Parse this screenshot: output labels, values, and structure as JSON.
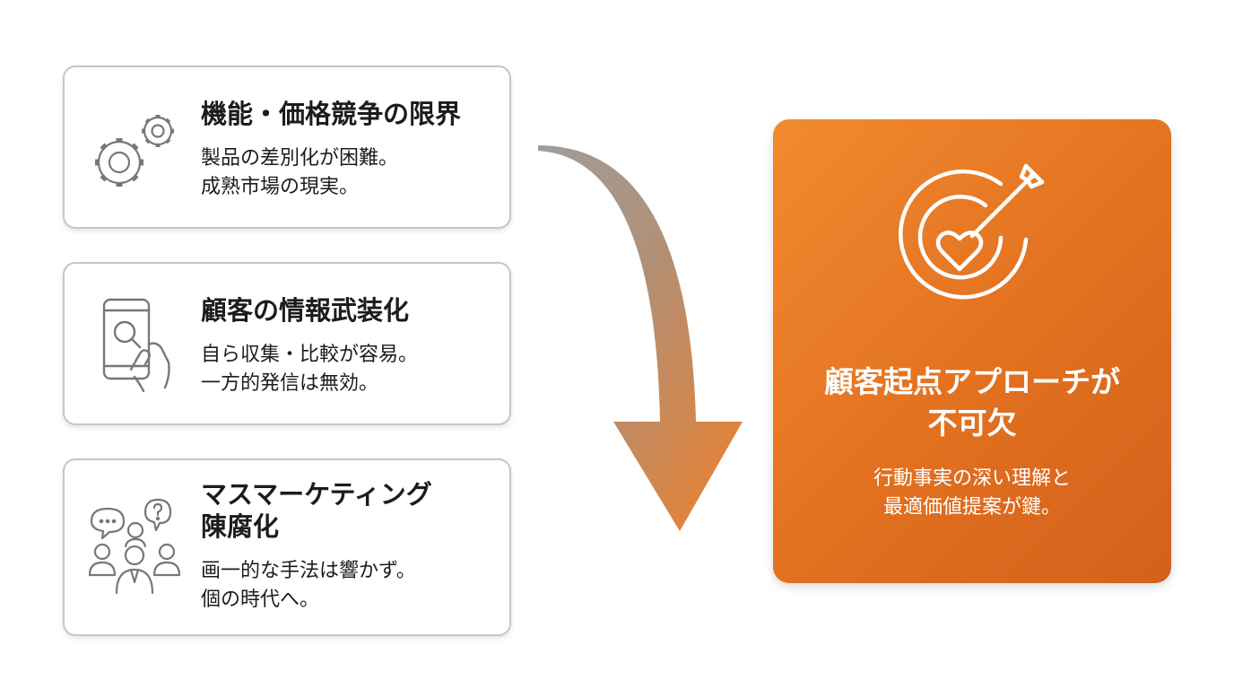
{
  "cards": [
    {
      "title": "機能・価格競争の限界",
      "body": "製品の差別化が困難。\n成熟市場の現実。",
      "icon": "gears-icon"
    },
    {
      "title": "顧客の情報武装化",
      "body": "自ら収集・比較が容易。\n一方的発信は無効。",
      "icon": "smartphone-search-icon"
    },
    {
      "title": "マスマーケティング\n陳腐化",
      "body": "画一的な手法は響かず。\n個の時代へ。",
      "icon": "people-speech-bubbles-icon"
    }
  ],
  "result": {
    "title": "顧客起点アプローチが\n不可欠",
    "body": "行動事実の深い理解と\n最適価値提案が鍵。",
    "icon": "target-heart-arrow-icon"
  },
  "colors": {
    "accent": "#e8792a",
    "card_border": "#c6c6c6",
    "icon_gray": "#777777",
    "text": "#1c1c1c"
  }
}
